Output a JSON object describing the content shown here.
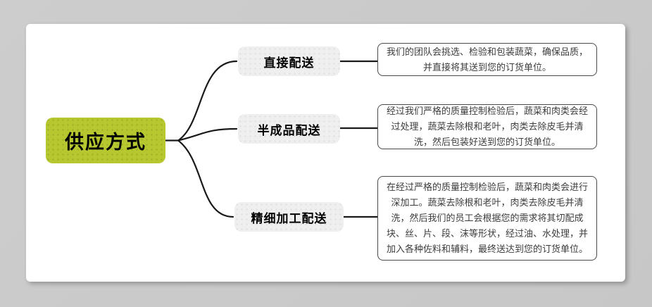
{
  "diagram": {
    "type": "mindmap",
    "root": {
      "label": "供应方式"
    },
    "branches": [
      {
        "label": "直接配送",
        "description": "我们的团队会挑选、检验和包装蔬菜，确保品质，并直接将其送到您的订货单位。"
      },
      {
        "label": "半成品配送",
        "description": "经过我们严格的质量控制检验后，蔬菜和肉类会经过处理，蔬菜去除根和老叶，肉类去除皮毛并清洗，然后包装好送到您的订货单位。"
      },
      {
        "label": "精细加工配送",
        "description": "在经过严格的质量控制检验后，蔬菜和肉类会进行深加工。蔬菜去除根和老叶，肉类去除皮毛并清洗，然后我们的员工会根据您的需求将其切配成块、丝、片、段、沫等形状，经过油、水处理，并加入各种佐料和辅料，最终送达到您的订货单位。"
      }
    ],
    "colors": {
      "page_background": "#c9c9c9",
      "canvas_background": "#ffffff",
      "root_fill": "#b6c72f",
      "branch_fill": "#efefef",
      "description_border": "#4a4a4a",
      "connector_line": "#1a1a1a",
      "node_text": "#000000",
      "description_text": "#3c3c3c"
    }
  }
}
